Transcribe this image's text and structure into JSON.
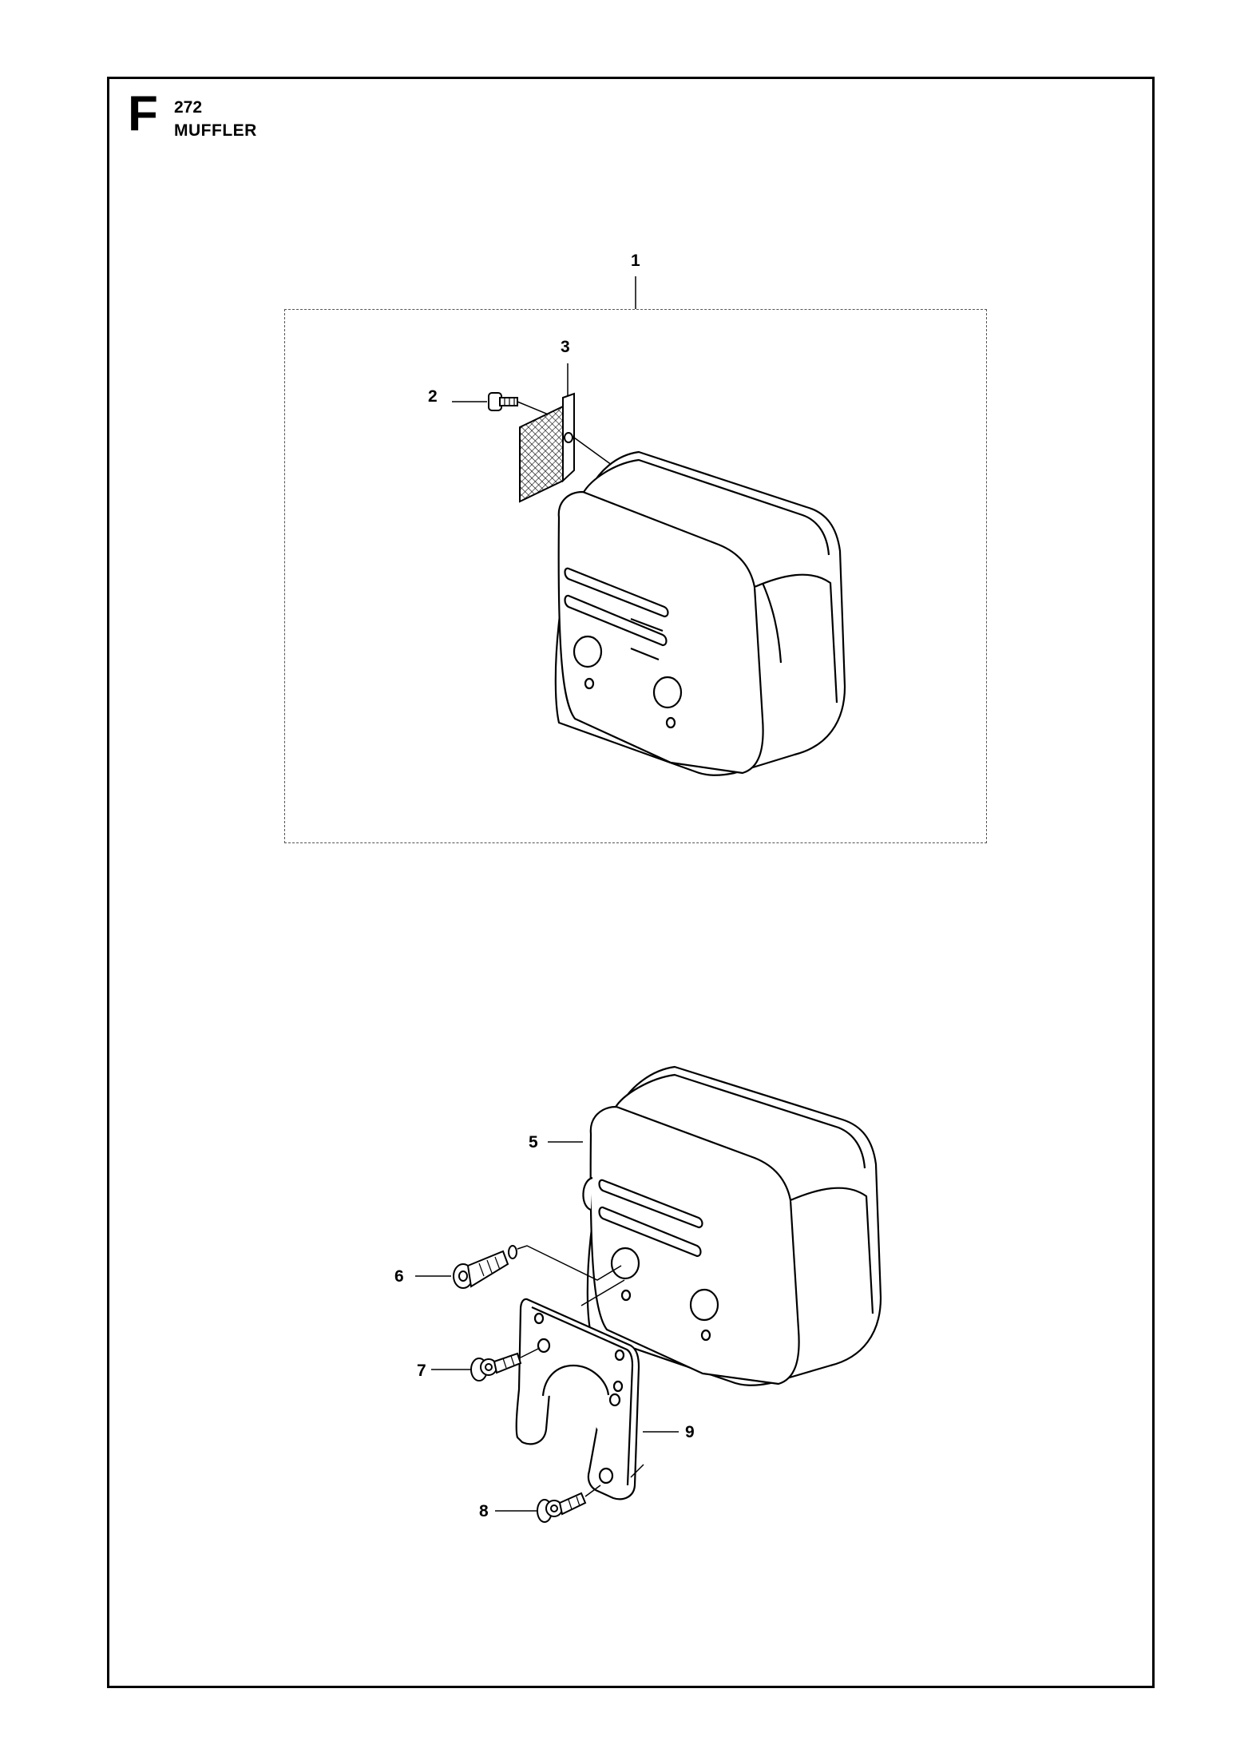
{
  "header": {
    "section_letter": "F",
    "model": "272",
    "title": "MUFFLER"
  },
  "callouts": {
    "c1": "1",
    "c2": "2",
    "c3": "3",
    "c5": "5",
    "c6": "6",
    "c7": "7",
    "c8": "8",
    "c9": "9"
  }
}
